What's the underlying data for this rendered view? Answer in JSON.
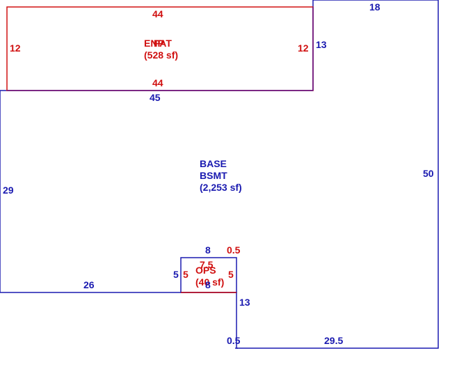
{
  "colors": {
    "base": "#1a1ab0",
    "addition": "#d01010",
    "background": "#ffffff"
  },
  "areas": {
    "patio": {
      "name_a": "ENP",
      "name_b": "PAT",
      "area": "(528 sf)"
    },
    "base": {
      "name": "BASE",
      "sub": "BSMT",
      "area": "(2,253 sf)"
    },
    "ops": {
      "name": "OPS",
      "area": "(40 sf)"
    }
  },
  "dims": {
    "patio_top": "44",
    "patio_bottom": "44",
    "patio_left": "12",
    "patio_right": "12",
    "base_top_right": "18",
    "base_notch_right": "13",
    "base_top_left": "45",
    "base_left": "29",
    "base_right": "50",
    "base_bottom_left": "26",
    "base_small_top": "8",
    "base_small_left": "5",
    "base_right_step": "13",
    "base_bottom_step": "0.5",
    "base_bottom_right": "29.5",
    "ops_top_step": "0.5",
    "ops_overlap_a": "7.5",
    "ops_left": "5",
    "ops_right": "5",
    "ops_bottom": "8"
  }
}
